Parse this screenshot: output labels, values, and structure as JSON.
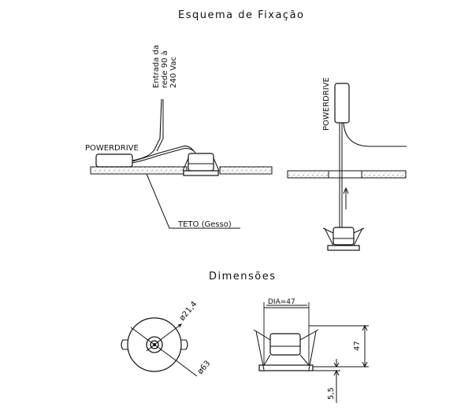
{
  "sections": {
    "fixation_title": "Esquema de Fixação",
    "dimensions_title": "Dimensões"
  },
  "fixation": {
    "input_label_line1": "Entrada da",
    "input_label_line2": "rede 90 à",
    "input_label_line3": "240 Vac",
    "driver_label_left": "POWERDRIVE",
    "driver_label_right": "POWERDRIVE",
    "ceiling_label": "TETO (Gesso)"
  },
  "dimensions": {
    "top_diameter": "ø21,4",
    "outer_diameter": "ø63",
    "dia_label": "DIA=47",
    "height_label": "47",
    "flange_label": "5,5"
  },
  "colors": {
    "ink": "#111111",
    "background": "#ffffff"
  }
}
